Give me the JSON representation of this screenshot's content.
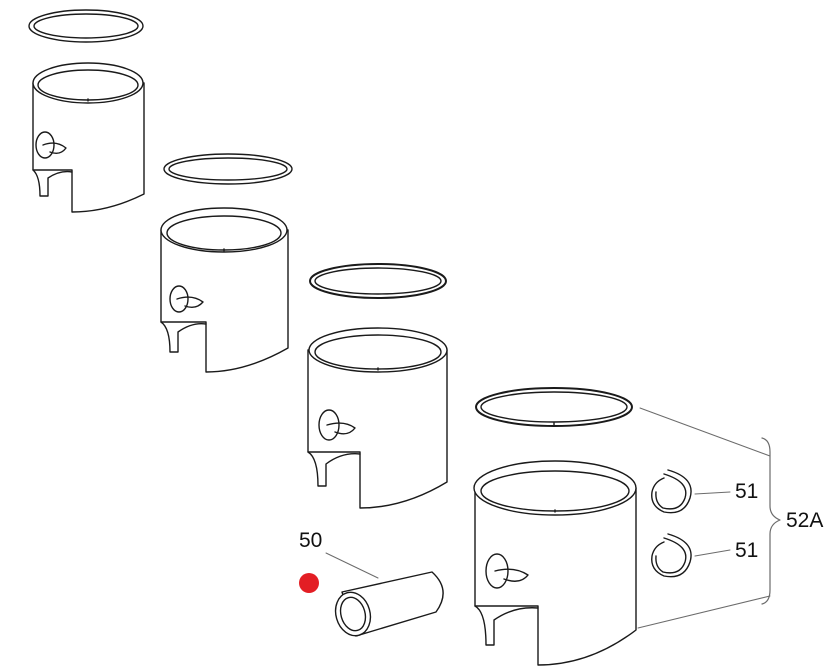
{
  "callouts": {
    "pin": "50",
    "ring_upper": "51",
    "ring_lower": "51",
    "assembly": "52A"
  },
  "marker": {
    "color": "#e31e24"
  },
  "colors": {
    "stroke": "#1a1a1a",
    "fill": "#ffffff"
  }
}
